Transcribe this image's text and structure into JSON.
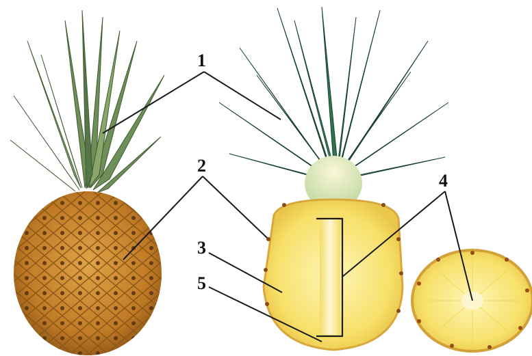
{
  "figure": {
    "background": "#ffffff",
    "objects": [
      {
        "name": "whole-pineapple",
        "icon": "whole-pineapple-photo"
      },
      {
        "name": "halved-pineapple",
        "icon": "longitudinal-section-pineapple-photo"
      },
      {
        "name": "pineapple-slice",
        "icon": "cross-section-pineapple-slice-photo"
      }
    ],
    "labels": [
      "1",
      "2",
      "3",
      "4",
      "5"
    ],
    "colors": {
      "crown_dark": "#1f5e3e",
      "crown_light": "#7fb2a4",
      "skin": "#c8862a",
      "flesh": "#f6e272",
      "core": "#fbf3c6",
      "leader_line": "#1a1a1a"
    }
  }
}
